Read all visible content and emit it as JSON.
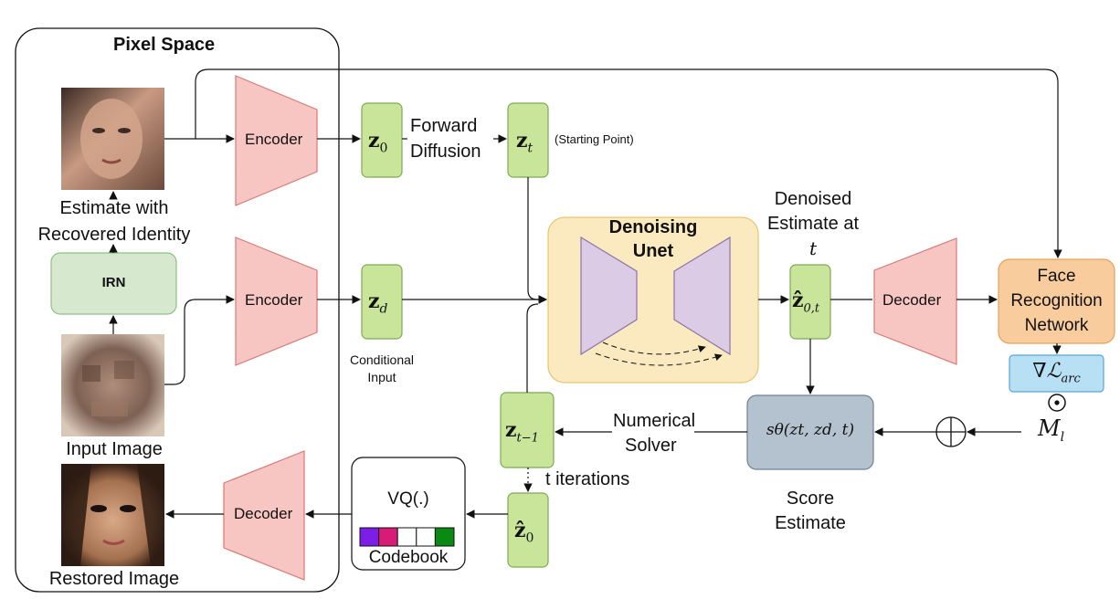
{
  "pixel_space": {
    "title": "Pixel Space"
  },
  "images": {
    "estimate": {
      "caption_line1": "Estimate with",
      "caption_line2": "Recovered Identity"
    },
    "input": {
      "caption": "Input Image"
    },
    "restored": {
      "caption": "Restored Image"
    }
  },
  "irn": {
    "label": "IRN"
  },
  "encoders": {
    "top": "Encoder",
    "mid": "Encoder"
  },
  "decoders": {
    "right": "Decoder",
    "bottom": "Decoder"
  },
  "latents": {
    "z0": {
      "base": "z",
      "sub": "0"
    },
    "zt": {
      "base": "z",
      "sub": "t"
    },
    "zd": {
      "base": "z",
      "sub": "d"
    },
    "z0t": {
      "base": "ẑ",
      "sub": "0,t"
    },
    "ztm1": {
      "base": "z",
      "sub": "t−1"
    },
    "z0hat": {
      "base": "ẑ",
      "sub": "0"
    }
  },
  "labels": {
    "forward_line1": "Forward",
    "forward_line2": "Diffusion",
    "starting_point": "(Starting Point)",
    "conditional_line1": "Conditional",
    "conditional_line2": "Input",
    "denoised_line1": "Denoised",
    "denoised_line2": "Estimate at",
    "denoised_line3": "t",
    "numerical_line1": "Numerical",
    "numerical_line2": "Solver",
    "t_iterations": "t iterations",
    "score_line1": "Score",
    "score_line2": "Estimate"
  },
  "unet": {
    "line1": "Denoising",
    "line2": "Unet"
  },
  "face_net": {
    "line1": "Face",
    "line2": "Recognition",
    "line3": "Network"
  },
  "loss": {
    "text": "∇ℒ",
    "sub": "arc"
  },
  "mask": {
    "text": "M",
    "sub": "l"
  },
  "score_fn": {
    "text": "sθ(zt, zd, t)"
  },
  "vq": {
    "label": "VQ(.)",
    "codebook": "Codebook"
  },
  "colors": {
    "latent_fill": "#c9e59a",
    "encoder_fill": "#f7c6c3",
    "unet_bg": "#fbeabf",
    "unet_trap": "#dccbe5",
    "irn_fill": "#d6e9cf",
    "face_fill": "#f8cc9d",
    "loss_fill": "#b8e0f4",
    "score_fill": "#b4c2cf",
    "codebook": [
      "#7a1ee8",
      "#d81b76",
      "#ffffff",
      "#ffffff",
      "#0a8a12"
    ]
  }
}
